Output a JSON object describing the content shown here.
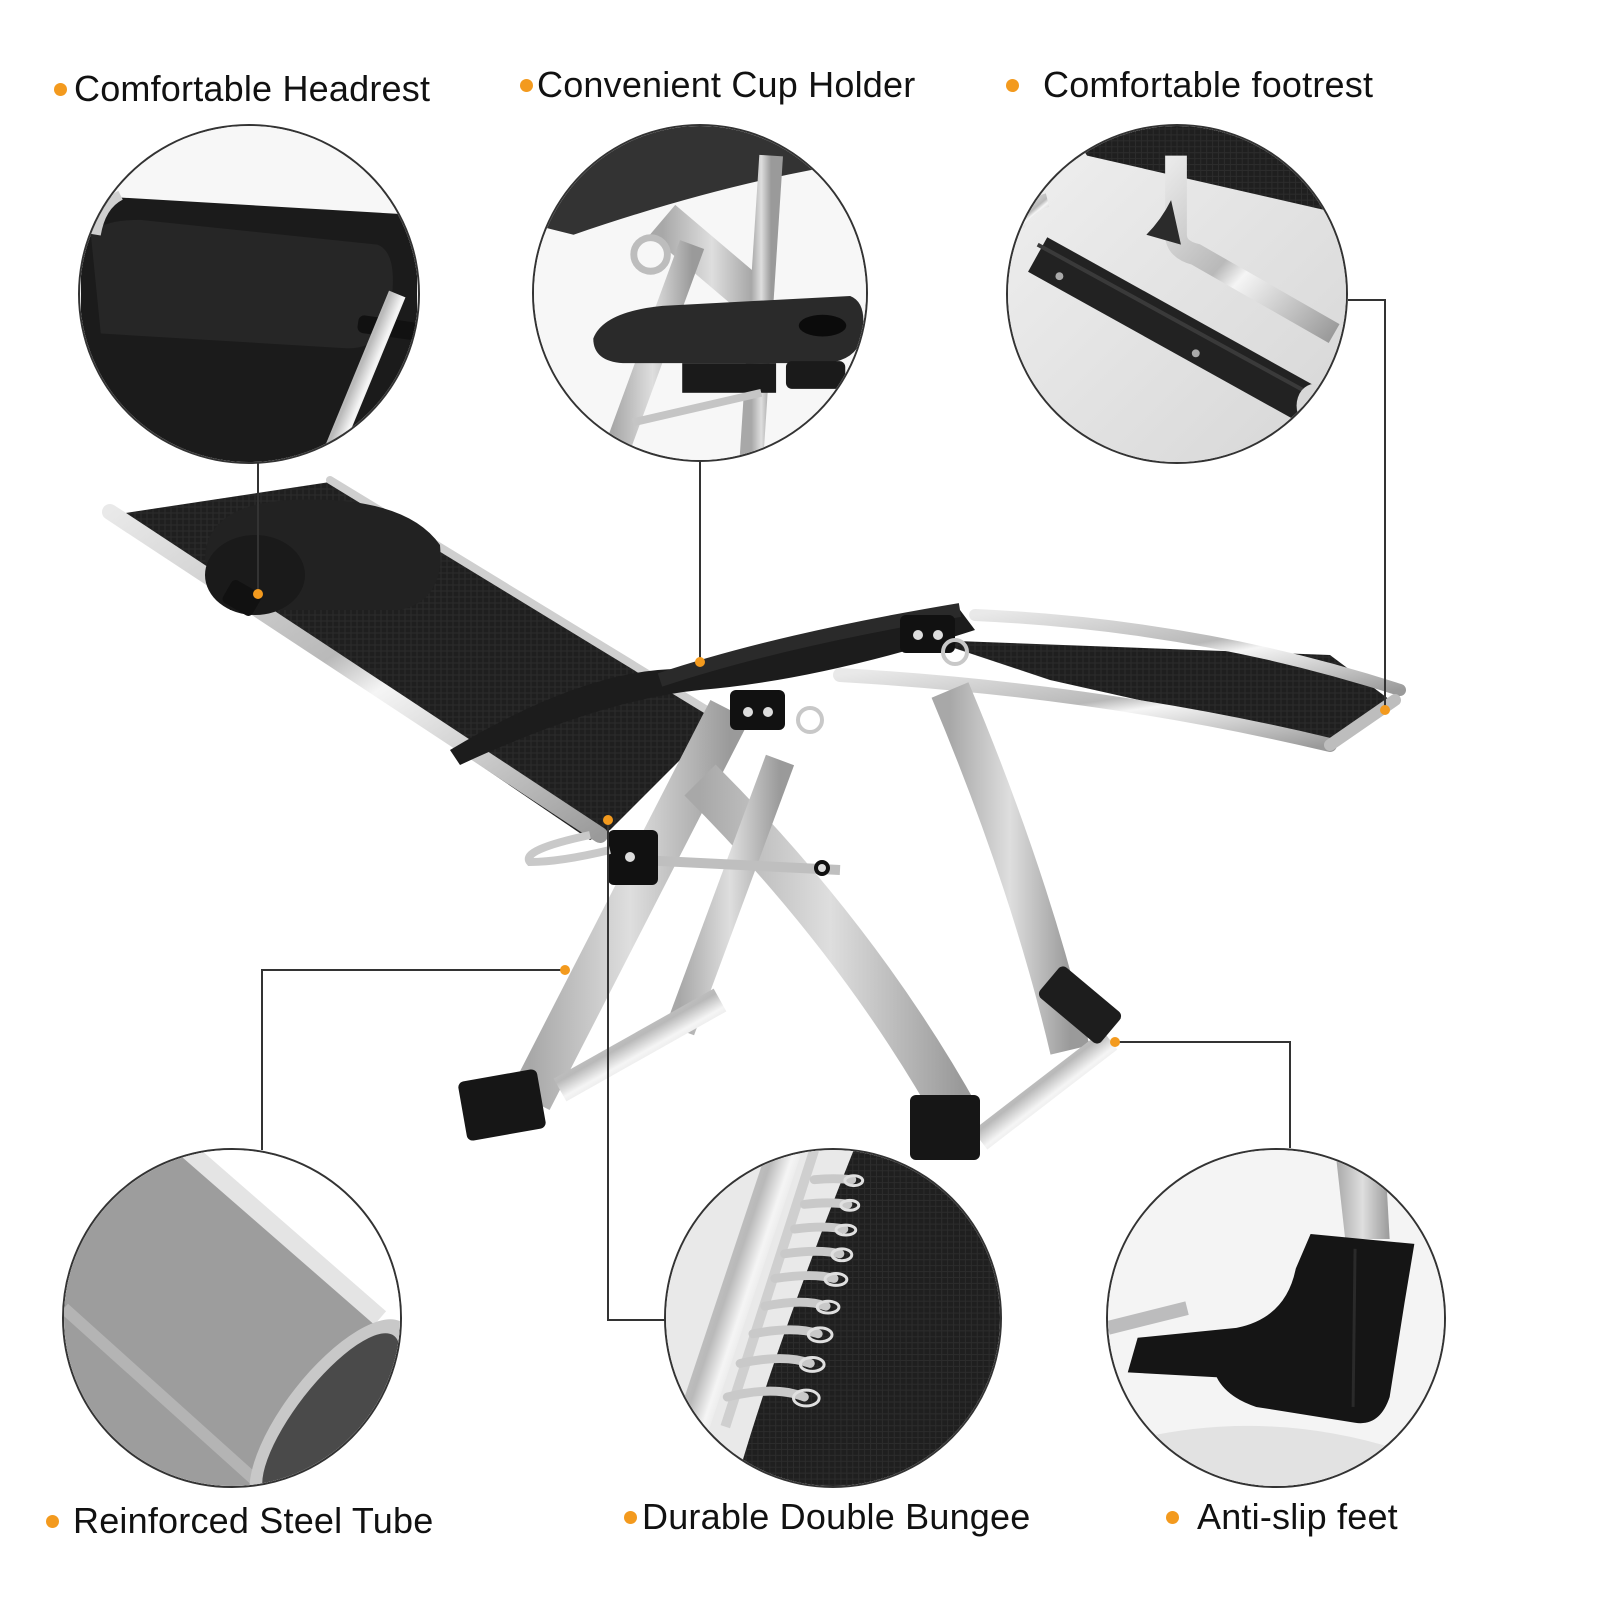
{
  "accent_color": "#f39a1e",
  "line_color": "#333333",
  "features": {
    "headrest": {
      "label": "Comfortable Headrest",
      "icon": "headrest-pillow-icon"
    },
    "cup_holder": {
      "label": "Convenient Cup Holder",
      "icon": "cup-holder-tray-icon"
    },
    "footrest": {
      "label": "Comfortable footrest",
      "icon": "footrest-bar-icon"
    },
    "steel_tube": {
      "label": "Reinforced Steel Tube",
      "icon": "oval-steel-tube-icon"
    },
    "bungee": {
      "label": "Durable Double Bungee",
      "icon": "bungee-cords-icon"
    },
    "feet": {
      "label": "Anti-slip feet",
      "icon": "rubber-foot-cap-icon"
    }
  },
  "product": {
    "name": "zero-gravity-recliner-chair"
  }
}
